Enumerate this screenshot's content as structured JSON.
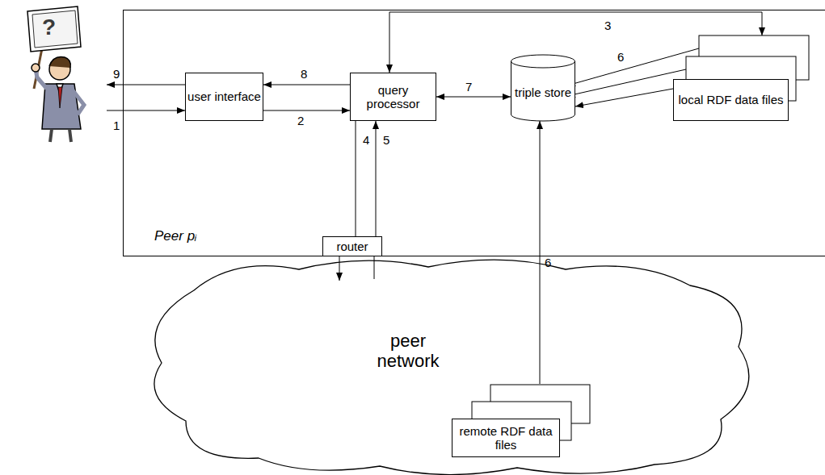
{
  "diagram": {
    "nodes": [
      {
        "text": [
          "Peer pᵢ"
        ]
      },
      {
        "text": [
          "user interface"
        ],
        "in": 0
      },
      {
        "text": [
          "query processor"
        ],
        "in": 0
      },
      {
        "text": [
          "triple store"
        ],
        "in": 0
      },
      {
        "text": [
          "router"
        ],
        "in": 0
      },
      {
        "text": [
          "local RDF data files"
        ],
        "in": 0
      },
      {
        "text": [
          "peer network"
        ]
      },
      {
        "text": [
          "remote RDF data files"
        ],
        "in": 6
      }
    ],
    "edges": [
      {
        "from": 1,
        "to": 2,
        "arrow": "to",
        "label": "2"
      },
      {
        "from": 2,
        "to": 1,
        "arrow": "to",
        "label": "8"
      },
      {
        "from": 2,
        "to": 5,
        "arrow": "both",
        "label": "3"
      },
      {
        "from": 2,
        "to": 3,
        "arrow": "both",
        "label": "7"
      },
      {
        "from": 5,
        "to": 3,
        "arrow": "to",
        "label": "6"
      },
      {
        "from": 7,
        "to": 3,
        "arrow": "to",
        "label": "6"
      },
      {
        "from": 2,
        "to": 4,
        "arrow": "none",
        "label": "4"
      },
      {
        "from": 4,
        "to": 6,
        "arrow": "to"
      },
      {
        "from": 6,
        "to": 4,
        "arrow": "none"
      },
      {
        "from": 4,
        "to": 2,
        "arrow": "to",
        "label": "5"
      }
    ],
    "labels": [
      "?",
      "1",
      "9"
    ]
  }
}
